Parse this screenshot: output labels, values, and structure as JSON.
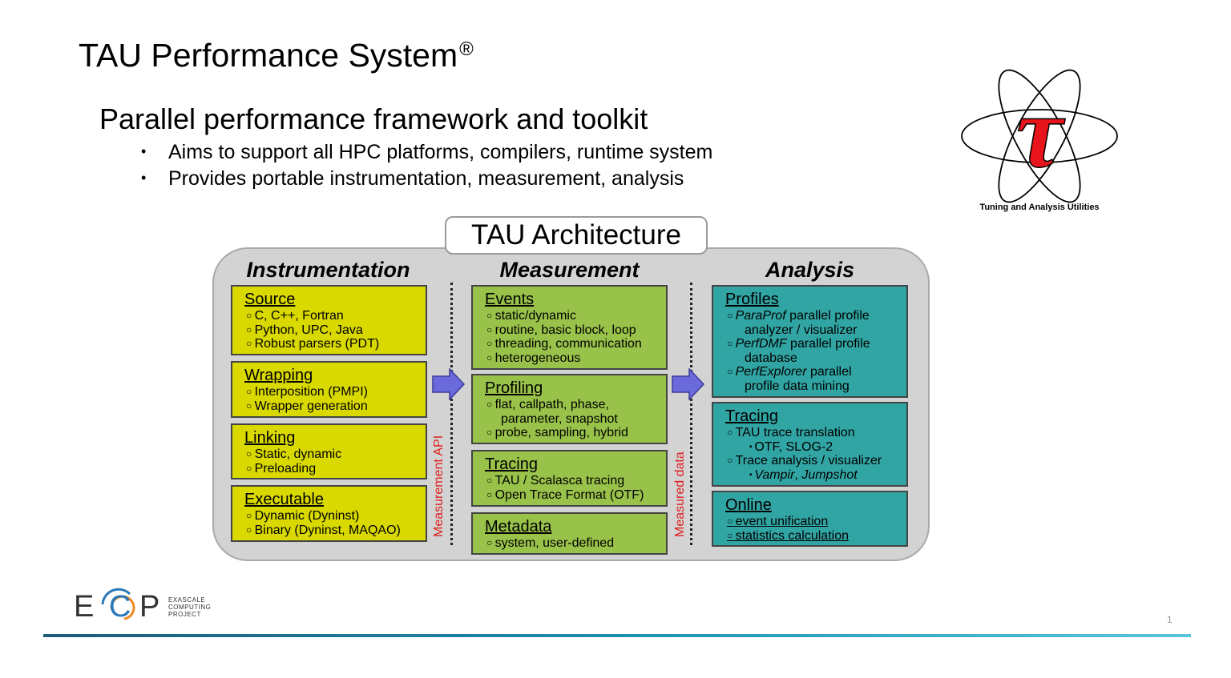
{
  "slide": {
    "title": "TAU Performance System",
    "title_mark": "®",
    "subtitle": "Parallel performance framework and toolkit",
    "bullets": [
      "Aims to support all HPC platforms, compilers, runtime system",
      "Provides portable instrumentation, measurement, analysis"
    ],
    "bullet_glyph": "•",
    "page_number": "1"
  },
  "tau_logo": {
    "symbol": "τ",
    "caption": "Tuning and Analysis Utilities",
    "colors": {
      "symbol": "#e8141c",
      "orbits": "#000000"
    }
  },
  "ecp_logo": {
    "letters": [
      "E",
      "C",
      "P"
    ],
    "lines": [
      "EXASCALE",
      "COMPUTING",
      "PROJECT"
    ],
    "colors": {
      "orange": "#f08a24",
      "blue": "#2a78b8",
      "dark": "#333333"
    }
  },
  "diagram": {
    "title": "TAU Architecture",
    "columns": {
      "instrumentation": {
        "heading": "Instrumentation"
      },
      "measurement": {
        "heading": "Measurement"
      },
      "analysis": {
        "heading": "Analysis"
      }
    },
    "boxes": {
      "source": {
        "title": "Source",
        "items": [
          "C, C++, Fortran",
          "Python, UPC, Java",
          "Robust parsers (PDT)"
        ]
      },
      "wrapping": {
        "title": "Wrapping",
        "items": [
          "Interposition (PMPI)",
          "Wrapper generation"
        ]
      },
      "linking": {
        "title": "Linking",
        "items": [
          "Static, dynamic",
          "Preloading"
        ]
      },
      "executable": {
        "title": "Executable",
        "items": [
          "Dynamic (Dyninst)",
          "Binary (Dyninst, MAQAO)"
        ]
      },
      "events": {
        "title": "Events",
        "items": [
          "static/dynamic",
          "routine, basic block, loop",
          "threading, communication",
          "heterogeneous"
        ]
      },
      "profiling": {
        "title": "Profiling",
        "items": [
          "flat, callpath, phase,",
          "parameter, snapshot",
          "probe, sampling, hybrid"
        ]
      },
      "tracing_m": {
        "title": "Tracing",
        "items": [
          "TAU / Scalasca tracing",
          "Open Trace Format (OTF)"
        ]
      },
      "metadata": {
        "title": "Metadata",
        "items": [
          "system, user-defined"
        ]
      },
      "profiles": {
        "title": "Profiles",
        "items": [
          {
            "em": "ParaProf",
            "rest": " parallel profile",
            "cont": "analyzer / visualizer"
          },
          {
            "em": "PerfDMF",
            "rest": " parallel profile",
            "cont": "database"
          },
          {
            "em": "PerfExplorer",
            "rest": " parallel",
            "cont": "profile data mining"
          }
        ]
      },
      "tracing_a": {
        "title": "Tracing",
        "items": [
          "TAU trace translation",
          "OTF, SLOG-2",
          "Trace analysis / visualizer"
        ],
        "sub_em": [
          "Vampir",
          "Jumpshot"
        ],
        "sub_sep": ", "
      },
      "online": {
        "title": "Online",
        "items": [
          "event unification",
          "statistics calculation"
        ]
      }
    },
    "labels": {
      "measurement_api": "Measurement API",
      "measured_data": "Measured data"
    },
    "colors": {
      "instrumentation": "#d9d900",
      "measurement": "#99c24a",
      "analysis": "#31a5a3",
      "frame": "#d3d3d3",
      "arrow": "#6a6adc",
      "label_red": "#e02020"
    }
  }
}
